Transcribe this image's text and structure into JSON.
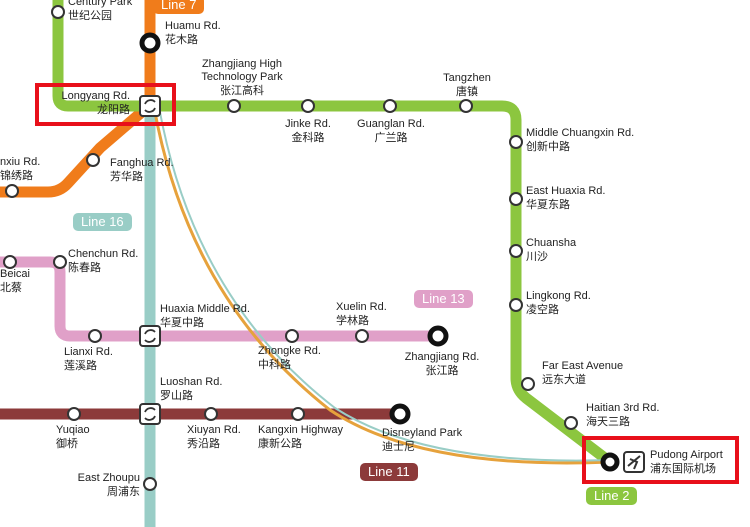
{
  "lines": {
    "line2": {
      "label": "Line 2",
      "color": "#8cc63f"
    },
    "line7": {
      "label": "Line 7",
      "color": "#f07c1b"
    },
    "line16": {
      "label": "Line 16",
      "color": "#99cdc6"
    },
    "line13": {
      "label": "Line 13",
      "color": "#e0a0c8"
    },
    "line11": {
      "label": "Line 11",
      "color": "#8c3a3a"
    },
    "maglev": {
      "color": "#e6a23c"
    }
  },
  "stations": {
    "century_park": {
      "en": "Century Park",
      "cn": "世纪公园"
    },
    "huamu": {
      "en": "Huamu Rd.",
      "cn": "花木路"
    },
    "longyang": {
      "en": "Longyang Rd.",
      "cn": "龙阳路"
    },
    "zhangjiang_hitech": {
      "en": "Zhangjiang High Technology Park",
      "en1": "Zhangjiang High",
      "en2": "Technology Park",
      "cn": "张江高科"
    },
    "jinke": {
      "en": "Jinke Rd.",
      "cn": "金科路"
    },
    "guanglan": {
      "en": "Guanglan Rd.",
      "cn": "广兰路"
    },
    "tangzhen": {
      "en": "Tangzhen",
      "cn": "唐镇"
    },
    "middle_chuangxin": {
      "en": "Middle Chuangxin Rd.",
      "cn": "创新中路"
    },
    "east_huaxia": {
      "en": "East Huaxia Rd.",
      "cn": "华夏东路"
    },
    "chuansha": {
      "en": "Chuansha",
      "cn": "川沙"
    },
    "lingkong": {
      "en": "Lingkong Rd.",
      "cn": "凌空路"
    },
    "far_east": {
      "en": "Far East Avenue",
      "cn": "远东大道"
    },
    "haitian": {
      "en": "Haitian 3rd Rd.",
      "cn": "海天三路"
    },
    "pudong_airport": {
      "en": "Pudong Airport",
      "cn": "浦东国际机场"
    },
    "jinxiu": {
      "en": "nxiu Rd.",
      "cn": "锦绣路"
    },
    "fanghua": {
      "en": "Fanghua Rd.",
      "cn": "芳华路"
    },
    "beicai": {
      "en": "Beicai",
      "cn": "北蔡"
    },
    "chenchun": {
      "en": "Chenchun Rd.",
      "cn": "陈春路"
    },
    "lianxi": {
      "en": "Lianxi Rd.",
      "cn": "莲溪路"
    },
    "huaxia_middle": {
      "en": "Huaxia Middle Rd.",
      "cn": "华夏中路"
    },
    "zhongke": {
      "en": "Zhongke Rd.",
      "cn": "中科路"
    },
    "xuelin": {
      "en": "Xuelin Rd.",
      "cn": "学林路"
    },
    "zhangjiang": {
      "en": "Zhangjiang Rd.",
      "cn": "张江路"
    },
    "yuqiao": {
      "en": "Yuqiao",
      "cn": "御桥"
    },
    "luoshan": {
      "en": "Luoshan Rd.",
      "cn": "罗山路"
    },
    "xiuyan": {
      "en": "Xiuyan Rd.",
      "cn": "秀沿路"
    },
    "kangxin": {
      "en": "Kangxin Highway",
      "cn": "康新公路"
    },
    "disneyland": {
      "en": "Disneyland Park",
      "cn": "迪士尼"
    },
    "east_zhoupu": {
      "en": "East Zhoupu",
      "cn": "周浦东"
    }
  },
  "icons": {
    "interchange": "interchange-arrows-icon",
    "airport": "airplane-icon"
  },
  "highlight_color": "#e8101a"
}
